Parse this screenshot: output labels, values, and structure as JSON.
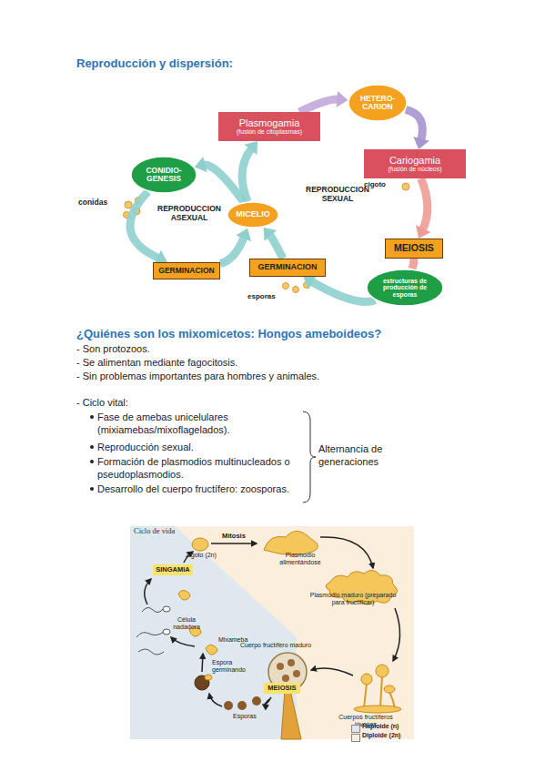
{
  "diagram": {
    "title": "Reproducción y dispersión:",
    "nodes": [
      {
        "text": [
          "HETERO- CARION"
        ]
      },
      {
        "text": [
          "Plasmogamia",
          "(fusión de citoplasmas)"
        ]
      },
      {
        "text": [
          "Cariogamia",
          "(fusión de núcleos)"
        ]
      },
      {
        "text": [
          "CONIDIO- GENESIS"
        ]
      },
      {
        "text": [
          "MICELIO"
        ]
      },
      {
        "text": [
          "MEIOSIS"
        ]
      },
      {
        "text": [
          "GERMINACION"
        ]
      },
      {
        "text": [
          "GERMINACION"
        ]
      },
      {
        "text": [
          "estructuras de producción de esporas"
        ]
      },
      {
        "text": [
          "SINGAMIA"
        ]
      },
      {
        "text": [
          "MEIOSIS"
        ]
      }
    ],
    "edges": [
      {
        "from": 4,
        "to": 1,
        "arrow": "to"
      },
      {
        "from": 1,
        "to": 0,
        "arrow": "to"
      },
      {
        "from": 0,
        "to": 2,
        "arrow": "to"
      },
      {
        "from": 2,
        "to": 5,
        "arrow": "to"
      },
      {
        "from": 5,
        "to": 8,
        "arrow": "none"
      },
      {
        "from": 8,
        "to": 7,
        "arrow": "to"
      },
      {
        "from": 7,
        "to": 4,
        "arrow": "to"
      },
      {
        "from": 4,
        "to": 3,
        "arrow": "to"
      },
      {
        "from": 3,
        "to": 6,
        "arrow": "to"
      },
      {
        "from": 6,
        "to": 4,
        "arrow": "to"
      }
    ],
    "labels": [
      "conidas",
      "REPRODUCCION ASEXUAL",
      "REPRODUCCION SEXUAL",
      "cigoto",
      "esporas",
      "¿Quiénes son los mixomicetos: Hongos ameboideos?",
      "- Son protozoos.",
      "- Se alimentan mediante fagocitosis.",
      "- Sin problemas importantes para hombres y animales.",
      "- Ciclo vital:",
      "Fase de amebas unicelulares (mixiamebas/mixoflagelados).",
      "Reproducción sexual.",
      "Formación de plasmodios multinucleados o pseudoplasmodios.",
      "Desarrollo del cuerpo fructífero: zoosporas.",
      "Alternancia de generaciones",
      "Ciclo de vida",
      "Mitosis",
      "Zigoto (2n)",
      "Plasmodio alimentándose",
      "Plasmodio maduro (preparado para fructificar)",
      "Célula nadadora",
      "Mixameba",
      "Cuerpo fructífero maduro",
      "Espora germinando",
      "Esporas",
      "Cuerpos fructíferos jóvenes"
    ],
    "legend": [
      {
        "text": "Haploide (n)",
        "color": "#dfe7ef"
      },
      {
        "text": "Diploide (2n)",
        "color": "#fbeedd"
      }
    ]
  }
}
